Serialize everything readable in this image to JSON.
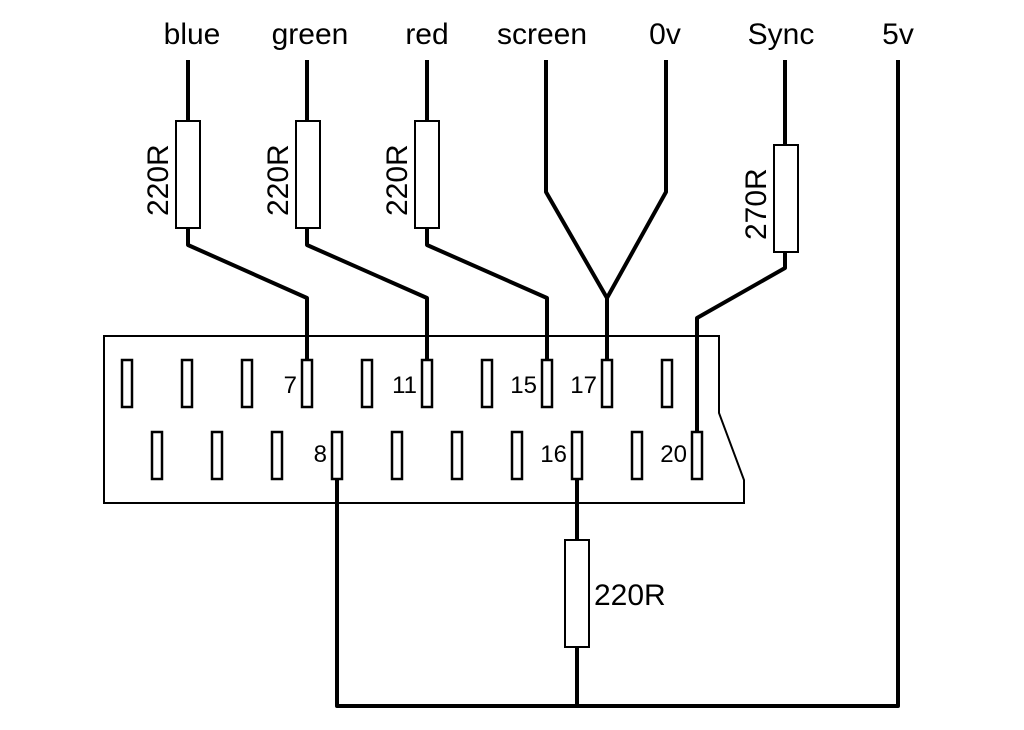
{
  "signals": [
    {
      "label": "blue"
    },
    {
      "label": "green"
    },
    {
      "label": "red"
    },
    {
      "label": "screen"
    },
    {
      "label": "0v"
    },
    {
      "label": "Sync"
    },
    {
      "label": "5v"
    }
  ],
  "resistors": {
    "blue": "220R",
    "green": "220R",
    "red": "220R",
    "sync": "270R",
    "pin16": "220R"
  },
  "pins": {
    "p7": "7",
    "p11": "11",
    "p15": "15",
    "p17": "17",
    "p8": "8",
    "p16": "16",
    "p20": "20"
  }
}
